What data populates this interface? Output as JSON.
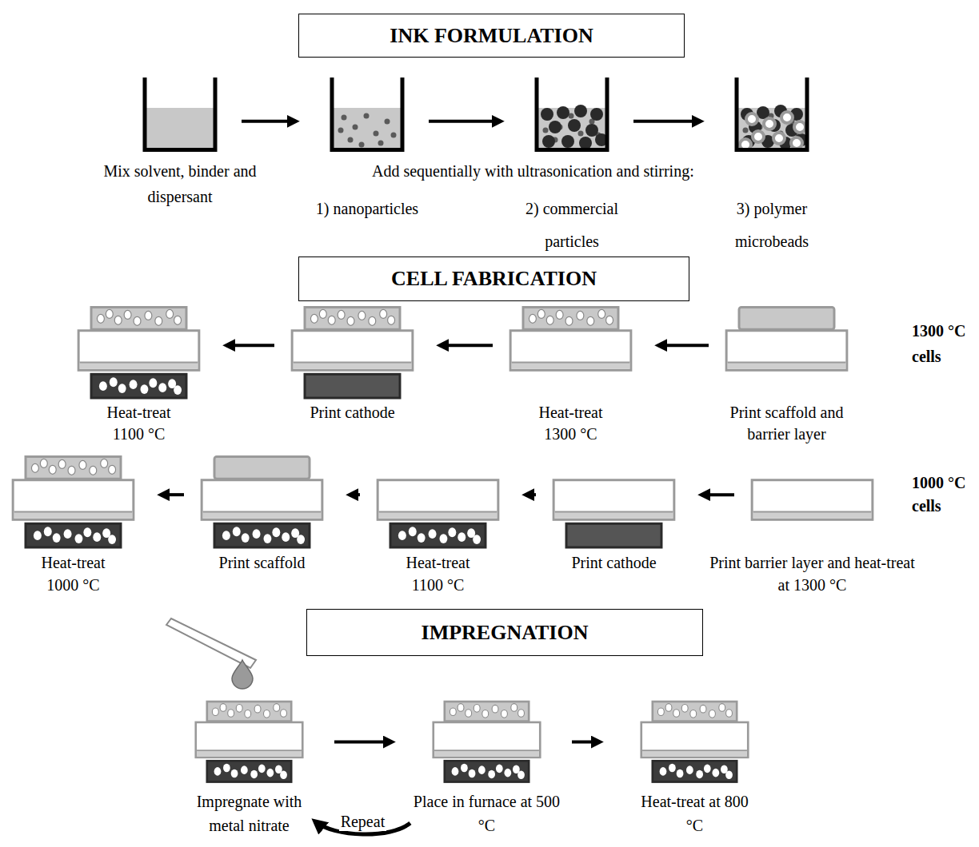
{
  "diagram": {
    "nodes": [
      {
        "text": [
          "INK FORMULATION"
        ]
      },
      {
        "text": [
          "Mix solvent, binder and dispersant"
        ]
      },
      {
        "text": [
          "1) nanoparticles"
        ]
      },
      {
        "text": [
          "2) commercial particles"
        ]
      },
      {
        "text": [
          "3) polymer microbeads"
        ]
      },
      {
        "text": [
          "CELL FABRICATION"
        ]
      },
      {
        "text": [
          "Print scaffold and barrier layer"
        ]
      },
      {
        "text": [
          "Heat-treat 1300 °C"
        ]
      },
      {
        "text": [
          "Print cathode"
        ]
      },
      {
        "text": [
          "Heat-treat 1100 °C"
        ]
      },
      {
        "text": [
          "Print barrier layer and heat-treat at 1300 °C"
        ]
      },
      {
        "text": [
          "Print cathode"
        ]
      },
      {
        "text": [
          "Heat-treat 1100 °C"
        ]
      },
      {
        "text": [
          "Print scaffold"
        ]
      },
      {
        "text": [
          "Heat-treat 1000 °C"
        ]
      },
      {
        "text": [
          "IMPREGNATION"
        ]
      },
      {
        "text": [
          "Impregnate with metal nitrate"
        ]
      },
      {
        "text": [
          "Place in furnace at 500 °C"
        ]
      },
      {
        "text": [
          "Heat-treat at 800 °C"
        ]
      }
    ],
    "edges": [
      {
        "from": 1,
        "to": 2,
        "arrow": "to"
      },
      {
        "from": 2,
        "to": 3,
        "arrow": "to"
      },
      {
        "from": 3,
        "to": 4,
        "arrow": "to"
      },
      {
        "from": 6,
        "to": 7,
        "arrow": "to"
      },
      {
        "from": 7,
        "to": 8,
        "arrow": "to"
      },
      {
        "from": 8,
        "to": 9,
        "arrow": "to"
      },
      {
        "from": 10,
        "to": 11,
        "arrow": "to"
      },
      {
        "from": 11,
        "to": 12,
        "arrow": "to"
      },
      {
        "from": 12,
        "to": 13,
        "arrow": "to"
      },
      {
        "from": 13,
        "to": 14,
        "arrow": "to"
      },
      {
        "from": 16,
        "to": 17,
        "arrow": "to"
      },
      {
        "from": 17,
        "to": 18,
        "arrow": "to"
      },
      {
        "from": 17,
        "to": 16,
        "label": "Repeat",
        "arrow": "to"
      }
    ],
    "labels": [
      "Add sequentially with ultrasonication and stirring:",
      "1300 °C cells",
      "1000 °C cells"
    ]
  }
}
